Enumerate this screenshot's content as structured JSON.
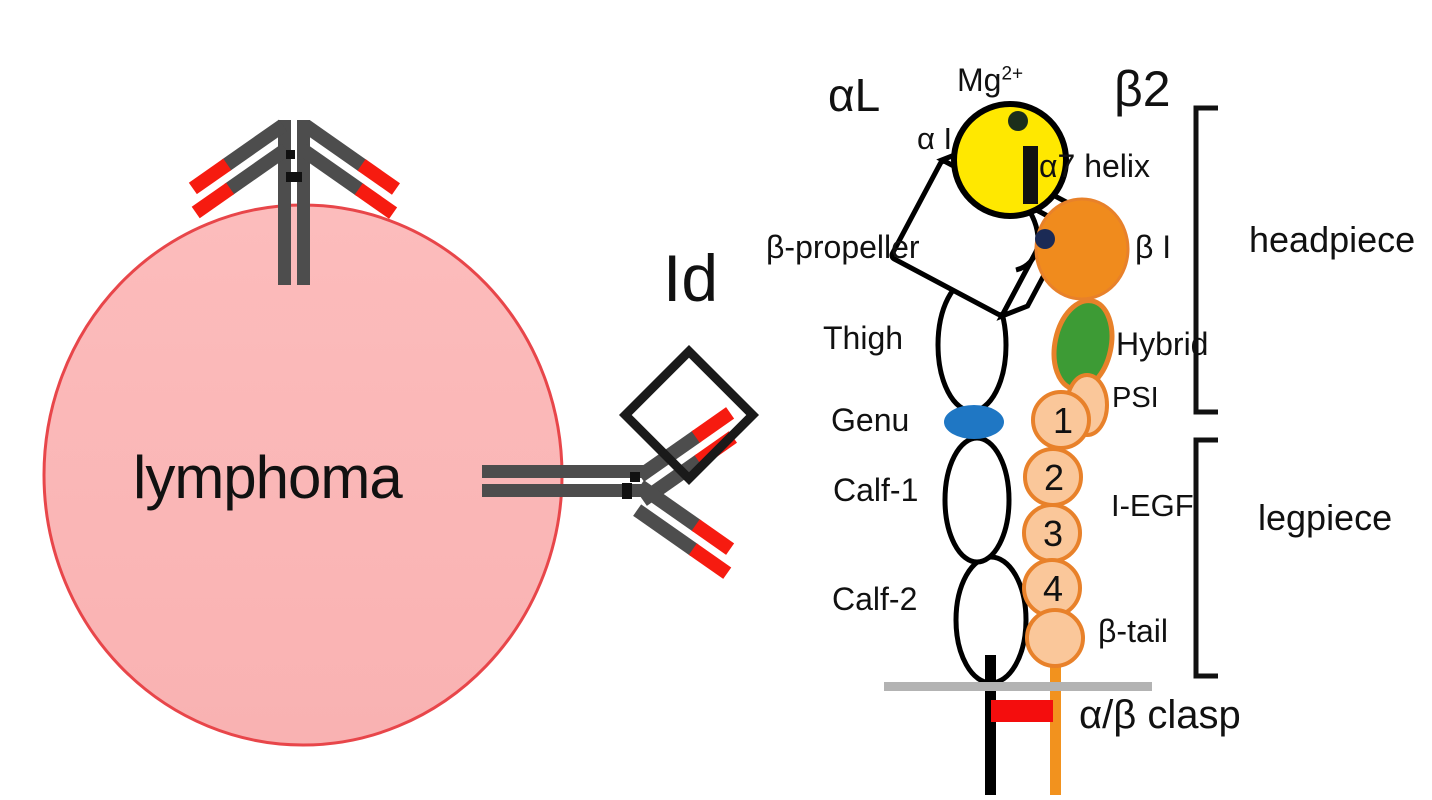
{
  "figure": {
    "background_color": "#ffffff",
    "left_panel": {
      "cell_label": "lymphoma",
      "cell_fill": "#fbb8b8",
      "cell_border": "#e8464a",
      "idiotype_label": "Id",
      "antibody_body_color": "#4d4d4d",
      "antibody_tip_color": "#f61b10",
      "antibodies": [
        {
          "name": "surface-immunoglobulin-top",
          "orientation": "up"
        },
        {
          "name": "surface-immunoglobulin-right",
          "orientation": "right"
        }
      ]
    },
    "right_panel": {
      "title_alpha": "αL",
      "title_beta": "β2",
      "alpha_chain_labels": [
        {
          "key": "alpha_I",
          "text": "α I"
        },
        {
          "key": "beta_propeller",
          "text": "β-propeller"
        },
        {
          "key": "thigh",
          "text": "Thigh"
        },
        {
          "key": "genu",
          "text": "Genu"
        },
        {
          "key": "calf1",
          "text": "Calf-1"
        },
        {
          "key": "calf2",
          "text": "Calf-2"
        }
      ],
      "beta_chain_labels": [
        {
          "key": "mg_ion",
          "text": "Mg",
          "sup": "2+"
        },
        {
          "key": "alpha7_helix",
          "text": "α7 helix"
        },
        {
          "key": "beta_I",
          "text": "β I"
        },
        {
          "key": "hybrid",
          "text": "Hybrid"
        },
        {
          "key": "psi",
          "text": "PSI"
        },
        {
          "key": "iegf",
          "text": "I-EGF"
        },
        {
          "key": "beta_tail",
          "text": "β-tail"
        }
      ],
      "iegf_numbers": [
        "1",
        "2",
        "3",
        "4"
      ],
      "brackets": [
        {
          "key": "headpiece",
          "text": "headpiece"
        },
        {
          "key": "legpiece",
          "text": "legpiece"
        }
      ],
      "clasp_label": "α/β clasp",
      "colors": {
        "alpha_I_domain": "#ffe800",
        "beta_I_domain": "#f08b1d",
        "hybrid_domain": "#3d9b35",
        "psi_iegf": "#fac79a",
        "psi_iegf_stroke": "#e8812a",
        "genu": "#1f77c4",
        "membrane": "#b3b3b3",
        "clasp": "#f40d0d",
        "alpha_tail": "#000000",
        "beta_tail_stem": "#f2921e",
        "outline": "#000000",
        "domain_fill_white": "#ffffff"
      }
    }
  }
}
